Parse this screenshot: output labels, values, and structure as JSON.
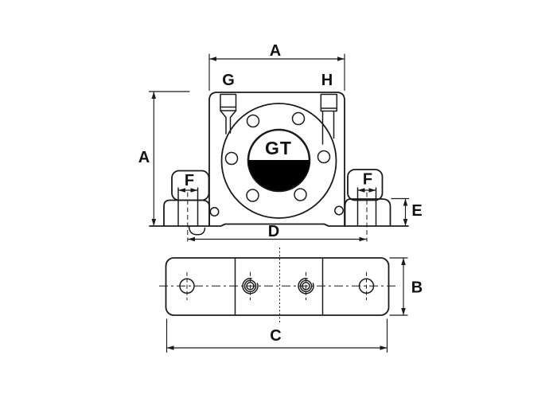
{
  "colors": {
    "line": "#1b1b1b",
    "background": "#ffffff",
    "rotor_fill": "#000000"
  },
  "front_view": {
    "model_label": "GT",
    "dim_width_label": "A",
    "dim_height_label": "A",
    "port_left_label": "G",
    "port_right_label": "H",
    "foot_hole_left_label": "F",
    "foot_hole_right_label": "F",
    "foot_height_label": "E",
    "foot_span_label": "D"
  },
  "bottom_view": {
    "base_width_label": "B",
    "base_length_label": "C"
  }
}
